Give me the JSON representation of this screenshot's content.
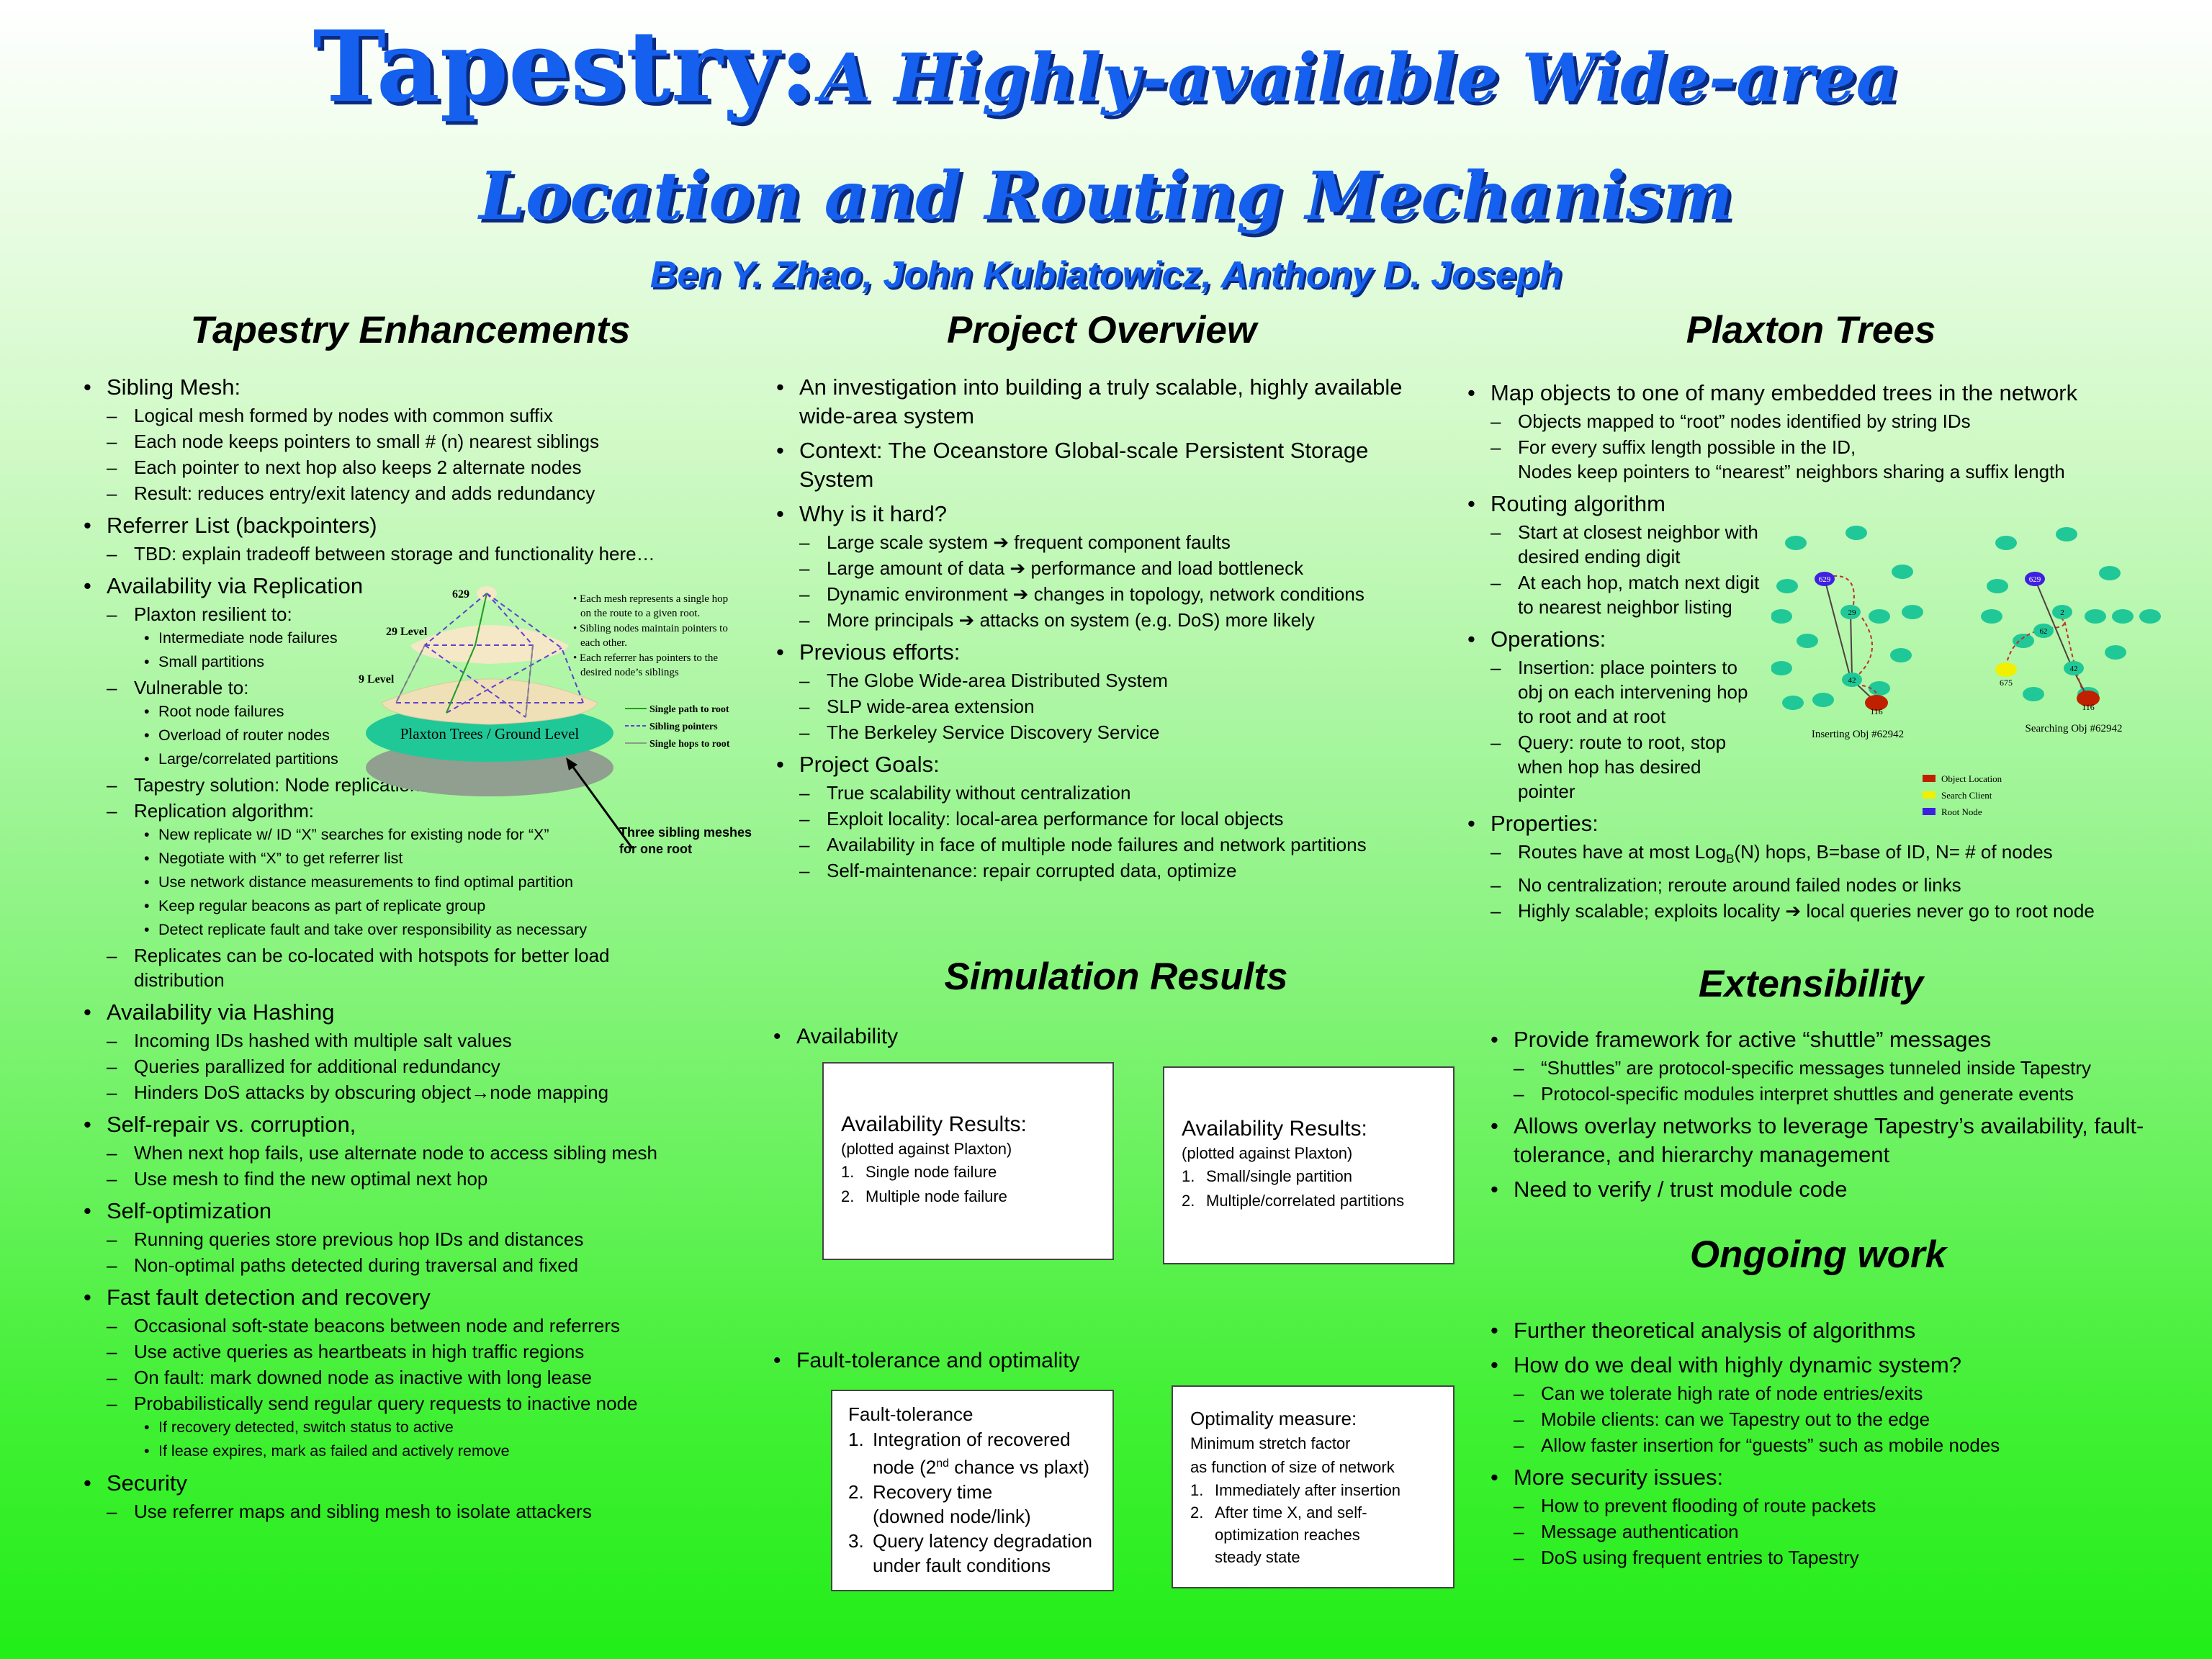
{
  "header": {
    "title_main": "Tapestry:",
    "title_rest": "A Highly-available Wide-area",
    "title_line2": "Location and Routing Mechanism",
    "authors": "Ben Y. Zhao, John Kubiatowicz, Anthony D. Joseph"
  },
  "enh": {
    "heading": "Tapestry Enhancements",
    "sibling": "Sibling Mesh:",
    "sibling_items": [
      "Logical mesh formed by nodes with common suffix",
      "Each node keeps pointers to small # (n) nearest siblings",
      "Each pointer to next hop also keeps 2 alternate nodes",
      "Result: reduces entry/exit latency and adds redundancy"
    ],
    "referrer": "Referrer List (backpointers)",
    "referrer_items": [
      "TBD: explain tradeoff between storage and functionality here…"
    ],
    "avail_repl": "Availability via Replication",
    "plaxton_resilient": "Plaxton resilient to:",
    "resilient_items": [
      "Intermediate node failures",
      "Small partitions"
    ],
    "vulnerable": "Vulnerable to:",
    "vulnerable_items": [
      "Root node failures",
      "Overload of router nodes",
      "Large/correlated partitions"
    ],
    "solution": "Tapestry solution: Node replication",
    "repl_alg": "Replication algorithm:",
    "repl_alg_items": [
      "New replicate w/ ID “X” searches for existing node for “X”",
      "Negotiate with “X” to get referrer list",
      "Use network distance measurements to find optimal partition",
      "Keep regular beacons as part of replicate group",
      "Detect replicate fault and take over responsibility as necessary"
    ],
    "colocated": "Replicates can be co-located with hotspots for better load distribution",
    "avail_hash": "Availability via Hashing",
    "hash_items": [
      "Incoming IDs hashed with multiple salt values",
      "Queries parallized for additional redundancy"
    ],
    "hash_dos_pre": "Hinders DoS attacks by obscuring object",
    "hash_dos_arrow": "→",
    "hash_dos_post": "node mapping",
    "selfrepair": "Self-repair vs. corruption,",
    "selfrepair_items": [
      "When next hop fails, use alternate node to access sibling mesh",
      "Use mesh to find the new optimal next hop"
    ],
    "selfopt": "Self-optimization",
    "selfopt_items": [
      "Running queries store previous hop IDs and distances",
      "Non-optimal paths detected during traversal and fixed"
    ],
    "fastfault": "Fast fault detection and recovery",
    "fastfault_items": [
      "Occasional soft-state beacons between node and referrers",
      "Use active queries as heartbeats in high traffic regions",
      "On fault: mark downed node as inactive with long lease",
      "Probabilistically send regular query requests to inactive node"
    ],
    "fastfault_sub": [
      "If recovery detected, switch status to active",
      "If lease expires, mark as failed and actively remove"
    ],
    "security": "Security",
    "security_items": [
      "Use referrer maps and sibling mesh to isolate attackers"
    ]
  },
  "mesh_fig": {
    "level_629": "629",
    "level_29": "29 Level",
    "level_9": "9 Level",
    "ground": "Plaxton Trees / Ground Level",
    "notes": [
      "• Each mesh represents a single hop",
      "on the route to a given root.",
      "• Sibling nodes maintain pointers to",
      "each other.",
      "• Each referrer has pointers to the",
      "desired node’s siblings"
    ],
    "legend": [
      "Single path to root",
      "Sibling pointers",
      "Single hops to root"
    ],
    "callout1": "Three sibling meshes",
    "callout2": "for one root",
    "colors": {
      "ground_top": "#20c898",
      "ground_shadow": "#909f8f",
      "mesh": "#f0e0b8",
      "sibling": "#6040d0"
    }
  },
  "overview": {
    "heading": "Project Overview",
    "b1": "An investigation into building a truly scalable, highly available wide-area system",
    "b2": "Context: The Oceanstore Global-scale Persistent Storage System",
    "b3": "Why is it hard?",
    "hard": [
      {
        "pre": "Large scale system",
        "post": "frequent component faults"
      },
      {
        "pre": "Large amount of data",
        "post": "performance and load bottleneck"
      },
      {
        "pre": "Dynamic environment",
        "post": "changes in topology, network conditions"
      },
      {
        "pre": "More principals",
        "post": "attacks on system (e.g. DoS) more likely"
      }
    ],
    "arrow": "➔",
    "b4": "Previous efforts:",
    "prev": [
      "The Globe Wide-area Distributed System",
      "SLP wide-area extension",
      "The Berkeley Service Discovery Service"
    ],
    "b5": "Project Goals:",
    "goals": [
      "True scalability without centralization",
      "Exploit locality: local-area performance for local objects",
      "Availability in face of multiple node failures and network partitions",
      "Self-maintenance: repair corrupted data, optimize"
    ]
  },
  "sim": {
    "heading": "Simulation Results",
    "avail": "Availability",
    "box1": {
      "title": "Availability Results:",
      "sub": "(plotted against Plaxton)",
      "items": [
        "Single node failure",
        "Multiple node failure"
      ]
    },
    "box2": {
      "title": "Availability Results:",
      "sub": "(plotted against Plaxton)",
      "items": [
        "Small/single partition",
        "Multiple/correlated partitions"
      ]
    },
    "fault": "Fault-tolerance and optimality",
    "box3": {
      "title": "Fault-tolerance",
      "i1a": "Integration of recovered",
      "i1b_pre": "node (2",
      "i1b_sup": "nd",
      "i1b_post": " chance vs plaxt)",
      "i2a": "Recovery time",
      "i2b": "(downed node/link)",
      "i3a": "Query latency degradation",
      "i3b": "under fault conditions"
    },
    "box4": {
      "title": "Optimality measure:",
      "sub1": "Minimum stretch factor",
      "sub2": "as function of size of network",
      "i1": "Immediately after insertion",
      "i2a": "After time X, and self-",
      "i2b": "optimization reaches",
      "i2c": "steady state"
    }
  },
  "plaxton": {
    "heading": "Plaxton Trees",
    "b1": "Map objects to one of many embedded trees in the network",
    "b1_items": [
      "Objects mapped to “root” nodes identified by string IDs"
    ],
    "b1_suffix_a": "For every suffix length possible in the ID,",
    "b1_suffix_b": "Nodes keep pointers to “nearest” neighbors sharing a suffix length",
    "b2": "Routing algorithm",
    "b2_i1a": "Start at closest neighbor with",
    "b2_i1b": "desired ending digit",
    "b2_i2a": "At each hop, match next digit",
    "b2_i2b": "to nearest neighbor listing",
    "b3": "Operations:",
    "b3_i1a": "Insertion: place pointers to",
    "b3_i1b": "obj on each intervening hop",
    "b3_i1c": "to root and at root",
    "b3_i2a": "Query: route to root, stop",
    "b3_i2b": "when hop has desired",
    "b3_i2c": "pointer",
    "b4": "Properties:",
    "b4_i1_pre": "Routes have at most Log",
    "b4_i1_sub": "B",
    "b4_i1_post": "(N) hops, B=base of ID, N= # of nodes",
    "b4_i2": "No centralization; reroute around failed nodes or links",
    "b4_i3_pre": "Highly scalable; exploits locality",
    "b4_i3_post": "local queries never go to root node",
    "fig_left_caption": "Inserting Obj #62942",
    "fig_right_caption": "Searching Obj #62942",
    "node_629": "629",
    "node_29": "29",
    "node_42": "42",
    "node_2": "2",
    "node_116": "116",
    "node_675": "675",
    "node_62": "62",
    "legend": [
      "Object Location",
      "Search Client",
      "Root Node"
    ],
    "colors": {
      "node": "#20c898",
      "root": "#4020e0",
      "object": "#c02000",
      "client": "#f0f000"
    }
  },
  "ext": {
    "heading": "Extensibility",
    "b1": "Provide framework for active “shuttle” messages",
    "b1_items": [
      "“Shuttles” are protocol-specific messages tunneled inside Tapestry",
      "Protocol-specific modules interpret shuttles and generate events"
    ],
    "b2": "Allows overlay networks to leverage Tapestry’s availability, fault-tolerance, and hierarchy management",
    "b3": "Need to verify / trust module code"
  },
  "ongoing": {
    "heading": "Ongoing work",
    "b1": "Further theoretical analysis of algorithms",
    "b2": "How do we deal with highly dynamic system?",
    "b2_items": [
      "Can we tolerate high rate of node entries/exits",
      "Mobile clients: can we Tapestry out to the edge",
      "Allow faster insertion for “guests” such as mobile nodes"
    ],
    "b3": "More security issues:",
    "b3_items": [
      "How to prevent flooding of route packets",
      "Message authentication",
      "DoS using frequent entries to Tapestry"
    ]
  }
}
